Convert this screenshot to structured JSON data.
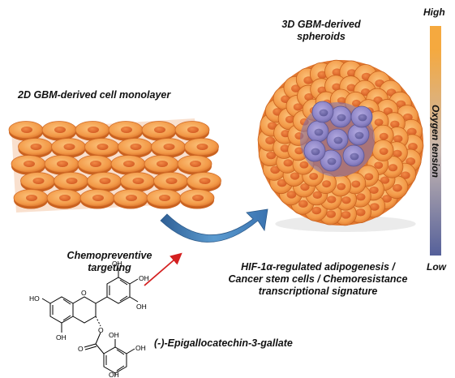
{
  "labels": {
    "monolayer": "2D GBM-derived cell monolayer",
    "spheroids_line1": "3D GBM-derived",
    "spheroids_line2": "spheroids",
    "chemo_line1": "Chemopreventive",
    "chemo_line2": "targeting",
    "signature_line1": "HIF-1α-regulated adipogenesis /",
    "signature_line2": "Cancer stem cells / Chemoresistance",
    "signature_line3": "transcriptional signature",
    "compound": "(-)-Epigallocatechin-3-gallate"
  },
  "oxygen_scale": {
    "high": "High",
    "low": "Low",
    "title": "Oxygen tension",
    "color_high": "#f5a93f",
    "color_mid": "#c7b8b2",
    "color_low": "#55609a"
  },
  "molecule_atoms": {
    "ho_left": "HO",
    "o_ring": "O",
    "oh_bottom": "OH",
    "oh_b_top": "OH",
    "oh_b_right": "OH",
    "oh_b_bottom": "OH",
    "o_ester": "O",
    "o_carbonyl": "O",
    "oh_g_top": "OH",
    "oh_g_right": "OH",
    "oh_g_bottom": "OH"
  },
  "colors": {
    "cell_outer": "#f08c3c",
    "cell_inner": "#f7a758",
    "nucleus": "#e2682a",
    "core_cell": "#8e84c8",
    "core_nucleus": "#6f6aa8",
    "curved_arrow": "#3f7fbf",
    "red_arrow": "#d42020"
  }
}
